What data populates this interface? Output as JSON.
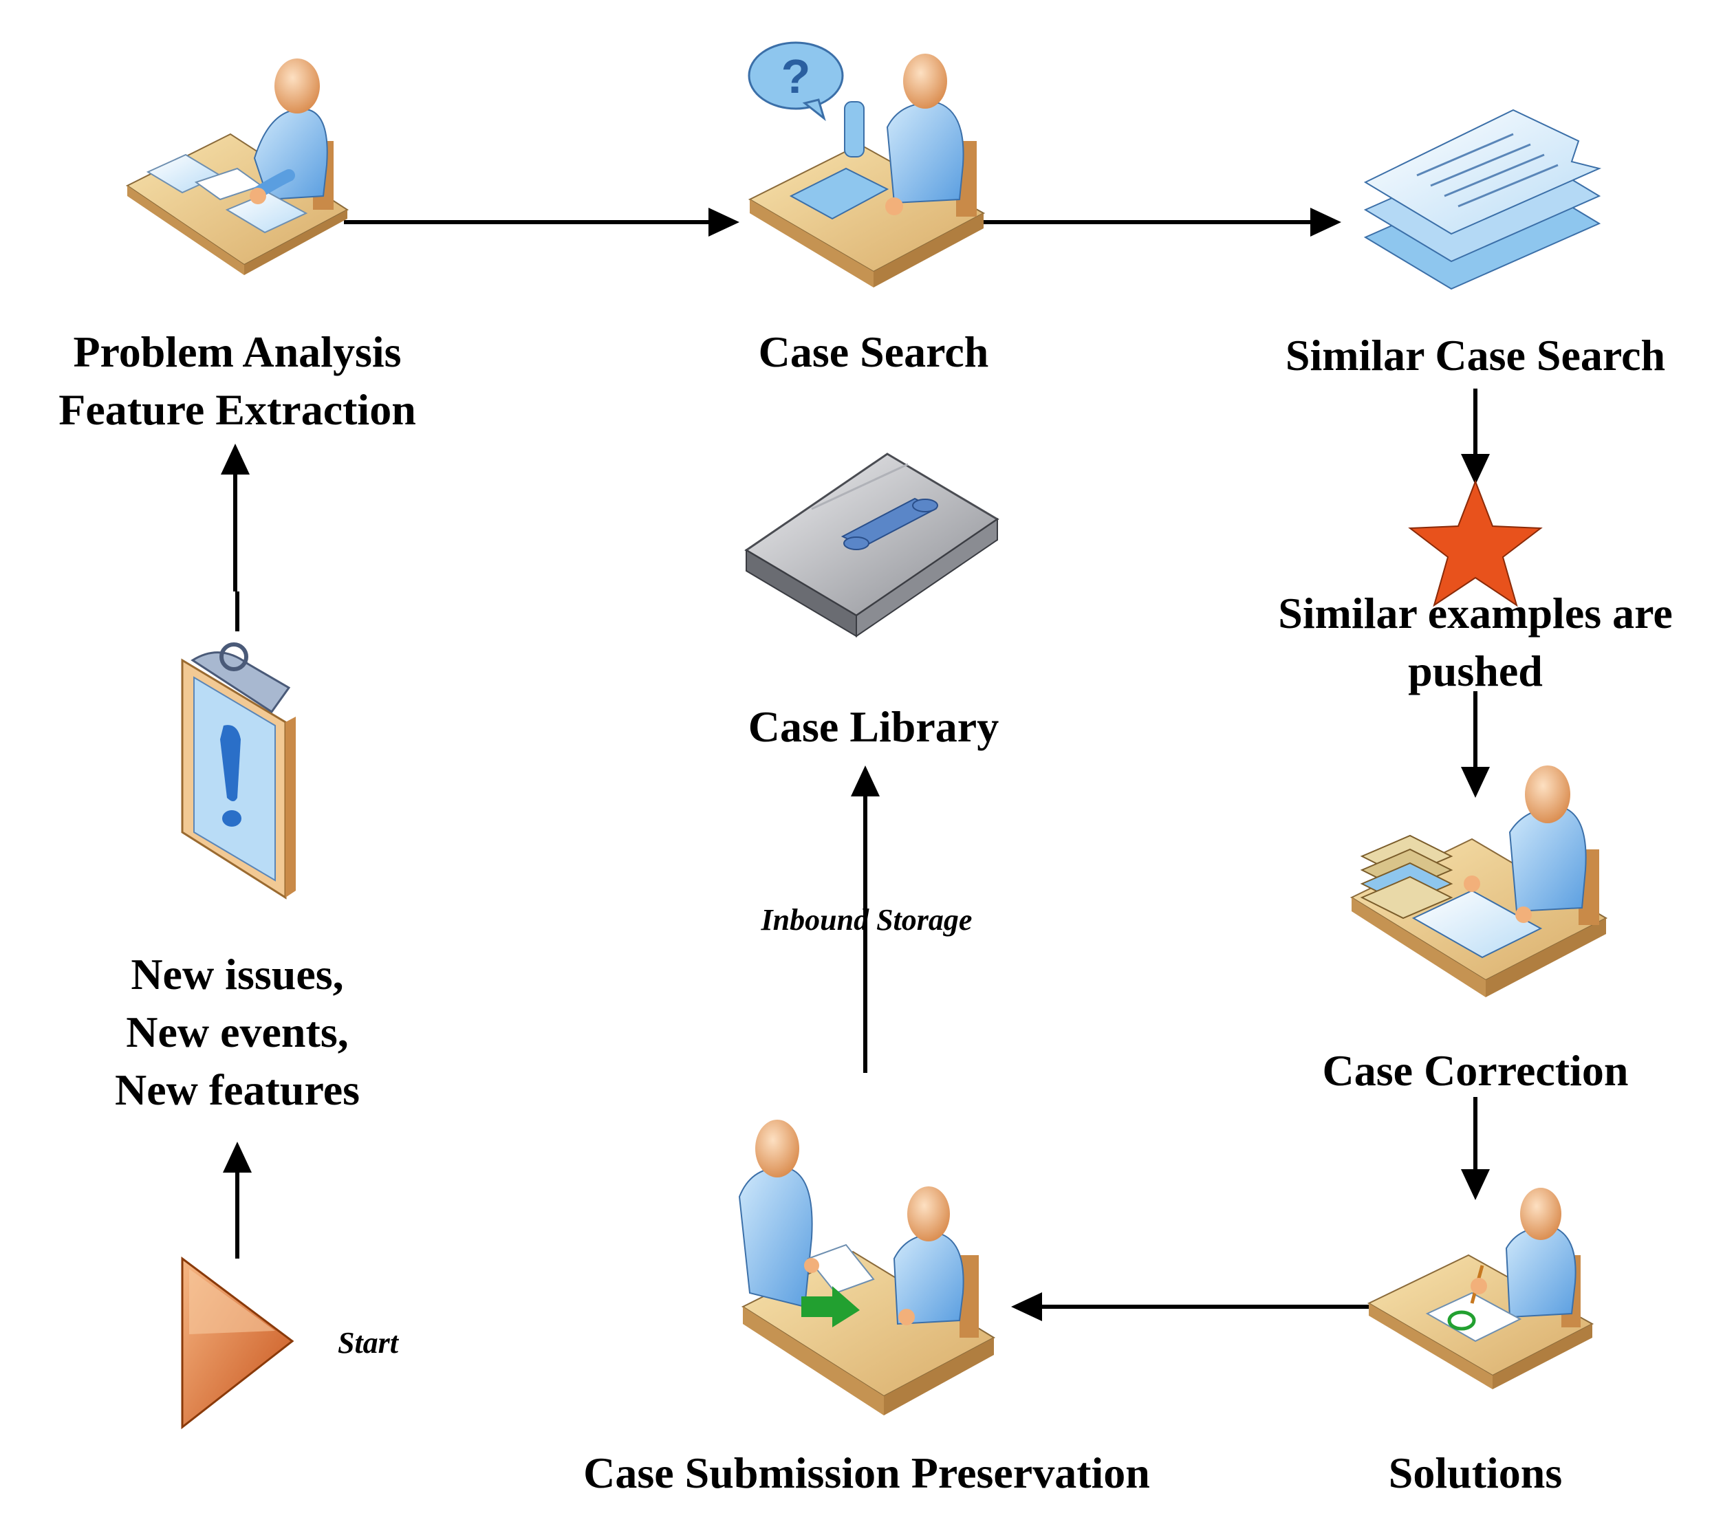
{
  "labels": {
    "problem_analysis": [
      "Problem Analysis",
      "Feature Extraction"
    ],
    "case_search": "Case Search",
    "similar_case_search": "Similar Case Search",
    "similar_pushed": [
      "Similar examples are",
      "pushed"
    ],
    "case_correction": "Case Correction",
    "solutions": "Solutions",
    "case_submission": "Case Submission Preservation",
    "case_library": "Case Library",
    "inbound_storage": "Inbound Storage",
    "new_issues": [
      "New issues,",
      "New events,",
      "New features"
    ],
    "start": "Start"
  },
  "icons": {
    "problem_analysis": "person-at-desk-with-documents-icon",
    "case_search": "person-on-phone-with-question-icon",
    "similar_case_search": "stacked-documents-icon",
    "similar_pushed": "red-star-icon",
    "case_correction": "person-with-books-icon",
    "solutions": "person-writing-solution-icon",
    "case_submission": "two-people-handing-document-icon",
    "case_library": "tape-cartridge-icon",
    "new_issues": "clipboard-exclamation-icon",
    "start": "start-triangle-icon"
  },
  "colors": {
    "person_blue": "#8ec6ee",
    "skin": "#f2b07a",
    "desk": "#e9c98a",
    "star": "#e8521c",
    "start_orange": "#e0742a",
    "arrow": "#000000"
  }
}
